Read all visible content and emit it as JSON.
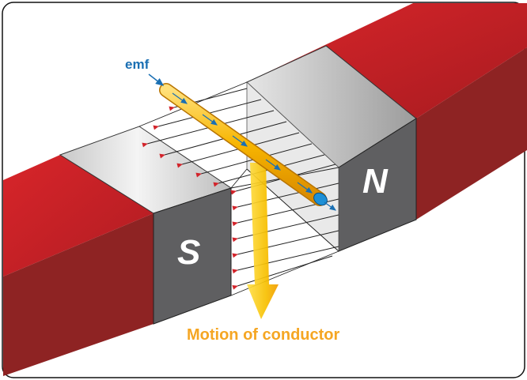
{
  "labels": {
    "emf": "emf",
    "motion": "Motion of conductor",
    "south": "S",
    "north": "N"
  },
  "colors": {
    "magnet_red_top": "#c81e22",
    "magnet_red_side": "#8e2323",
    "pole_face": "#5f5f61",
    "conductor": "#f7b500",
    "conductor_end": "#1e90d6",
    "field_arrow": "#d2232a",
    "emf_arrow": "#1a6fb3",
    "motion_arrow": "#f7c000"
  },
  "icons": {
    "conductor": "conductor-rod-icon",
    "motion": "motion-arrow-icon",
    "field": "field-line-arrows-icon"
  }
}
